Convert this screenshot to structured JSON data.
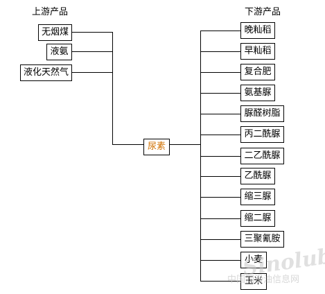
{
  "headings": {
    "upstream": "上游产品",
    "downstream": "下游产品"
  },
  "upstream_items": [
    "无烟煤",
    "液氨",
    "液化天然气"
  ],
  "center_item": "尿素",
  "downstream_items": [
    "晚籼稻",
    "早籼稻",
    "复合肥",
    "氨基脲",
    "脲醛树脂",
    "丙二酰脲",
    "二乙酰脲",
    "乙酰脲",
    "缩三脲",
    "缩二脲",
    "三聚氰胺",
    "小麦",
    "玉米"
  ],
  "watermark": {
    "logo_text": "Sinolub",
    "site_text": "中国润滑油信息网"
  },
  "colors": {
    "center_text": "#d07000",
    "line": "#000000",
    "watermark": "#c8c8c8"
  }
}
